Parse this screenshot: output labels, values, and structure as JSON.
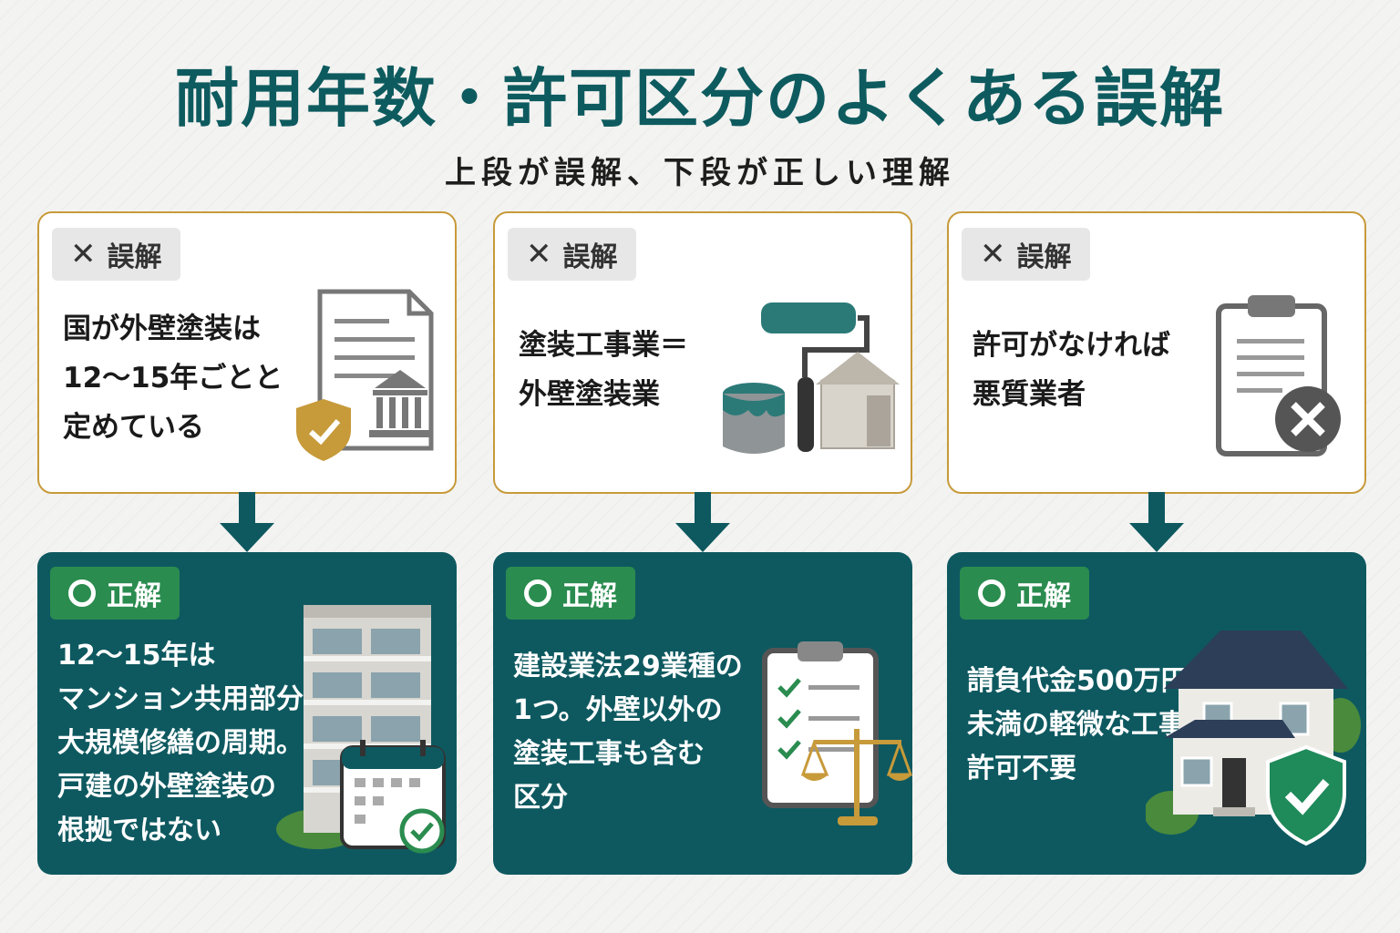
{
  "title": "耐用年数・許可区分のよくある誤解",
  "subtitle": "上段が誤解、下段が正しい理解",
  "myth_badge_label": "誤解",
  "truth_badge_label": "正解",
  "cards": [
    {
      "myth_lines": [
        "国が外壁塗装は",
        "12〜15年ごとと",
        "定めている"
      ],
      "truth_lines": [
        "12〜15年は",
        "マンション共用部分の",
        "大規模修繕の周期。",
        "戸建の外壁塗装の",
        "根拠ではない"
      ],
      "myth_icon": "document-government-shield-icon",
      "truth_icon": "apartment-calendar-icon"
    },
    {
      "myth_lines": [
        "塗装工事業＝",
        "外壁塗装業"
      ],
      "truth_lines": [
        "建設業法29業種の",
        "1つ。外壁以外の",
        "塗装工事も含む",
        "区分"
      ],
      "myth_icon": "paint-roller-house-icon",
      "truth_icon": "checklist-scale-icon"
    },
    {
      "myth_lines": [
        "許可がなければ",
        "悪質業者"
      ],
      "truth_lines": [
        "請負代金500万円",
        "未満の軽微な工事は",
        "許可不要"
      ],
      "myth_icon": "clipboard-cross-icon",
      "truth_icon": "house-shield-check-icon"
    }
  ],
  "colors": {
    "title": "#0e5b5f",
    "truth_bg": "#0e5960",
    "myth_border": "#c79a3a",
    "ok_badge": "#2a8c4f",
    "arrow": "#0e5960"
  }
}
